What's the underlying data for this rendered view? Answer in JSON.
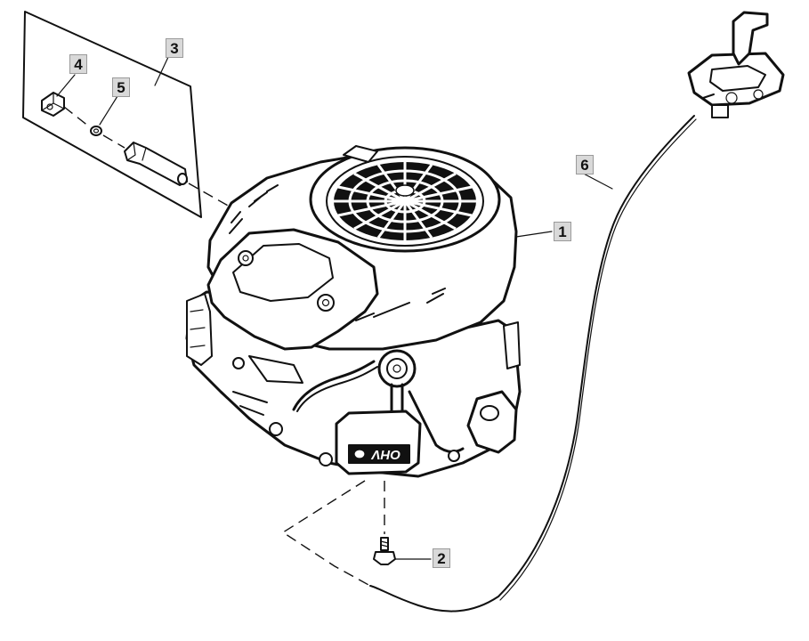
{
  "callouts": {
    "c1": "1",
    "c2": "2",
    "c3": "3",
    "c4": "4",
    "c5": "5",
    "c6": "6"
  },
  "engine": {
    "badge_text": "OHV"
  },
  "colors": {
    "line": "#111111",
    "callout_bg": "#d9d9d9",
    "background": "#ffffff"
  }
}
